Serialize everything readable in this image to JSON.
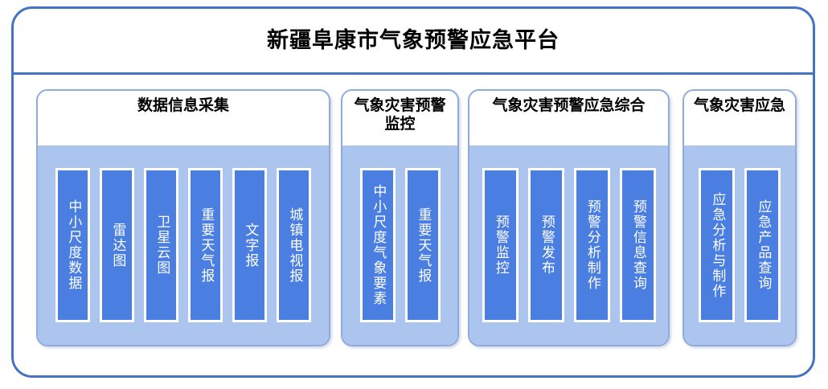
{
  "platform": {
    "title": "新疆阜康市气象预警应急平台",
    "frame_border_color": "#4472c4",
    "panel_border_color": "#8faadc",
    "panel_body_color": "#acc5ef",
    "item_color": "#4a7ee0",
    "item_text_color": "#ffffff"
  },
  "panels": [
    {
      "id": "data-collection",
      "title": "数据信息采集",
      "items": [
        {
          "label": "中小尺度数据"
        },
        {
          "label": "雷达图"
        },
        {
          "label": "卫星云图"
        },
        {
          "label": "重要天气报"
        },
        {
          "label": "文字报"
        },
        {
          "label": "城镇电视报"
        }
      ]
    },
    {
      "id": "warning-monitor",
      "title": "气象灾害预警监控",
      "items": [
        {
          "label": "中小尺度气象要素"
        },
        {
          "label": "重要天气报"
        }
      ]
    },
    {
      "id": "warning-integrated",
      "title": "气象灾害预警应急综合",
      "items": [
        {
          "label": "预警监控"
        },
        {
          "label": "预警发布"
        },
        {
          "label": "预警分析制作"
        },
        {
          "label": "预警信息查询"
        }
      ]
    },
    {
      "id": "disaster-emergency",
      "title": "气象灾害应急",
      "items": [
        {
          "label": "应急分析与制作"
        },
        {
          "label": "应急产品查询"
        }
      ]
    }
  ]
}
